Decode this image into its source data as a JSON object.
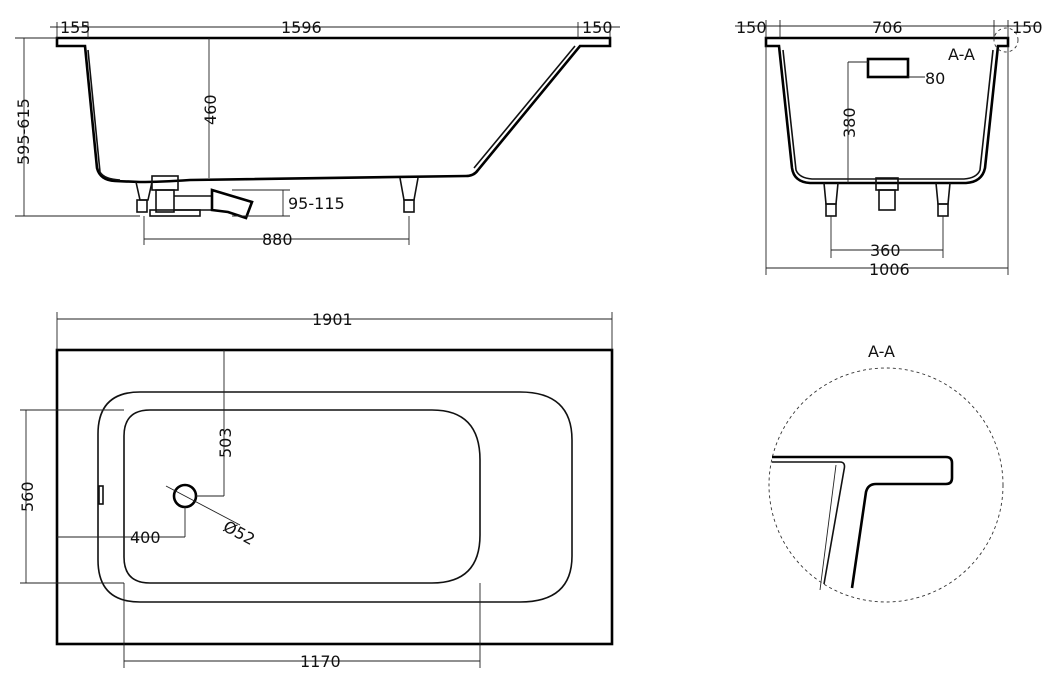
{
  "side_view": {
    "dim_left_rim": "155",
    "dim_length": "1596",
    "dim_right_rim": "150",
    "dim_height": "595-615",
    "dim_depth": "460",
    "dim_drain_height": "95-115",
    "dim_feet_spacing": "880"
  },
  "end_view": {
    "dim_left_rim": "150",
    "dim_inner_width": "706",
    "dim_right_rim": "150",
    "section_marker": "A-A",
    "dim_overflow": "80",
    "dim_overflow_height": "380",
    "dim_feet_spacing": "360",
    "dim_total_width": "1006"
  },
  "top_view": {
    "dim_total_length": "1901",
    "dim_inner_width": "560",
    "dim_drain_offset": "503",
    "dim_drain_diameter": "Ø52",
    "dim_drain_distance": "400",
    "dim_inner_length": "1170"
  },
  "detail_view": {
    "title": "A-A"
  }
}
